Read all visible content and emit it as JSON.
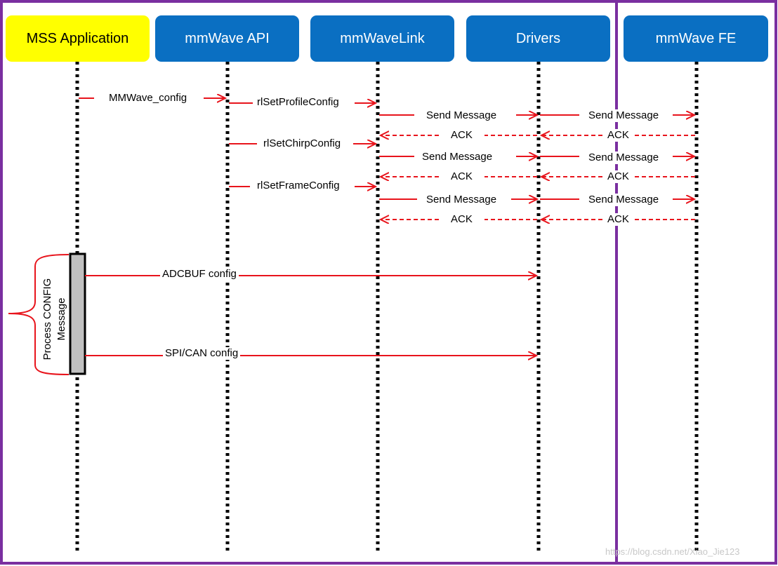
{
  "lifelines": {
    "mss_application": "MSS Application",
    "mmwave_api": "mmWave API",
    "mmwavelink": "mmWaveLink",
    "drivers": "Drivers",
    "mmwave_fe": "mmWave FE"
  },
  "messages": {
    "mmwave_config": "MMWave_config",
    "rl_set_profile_config": "rlSetProfileConfig",
    "rl_set_chirp_config": "rlSetChirpConfig",
    "rl_set_frame_config": "rlSetFrameConfig",
    "send_message": "Send Message",
    "ack": "ACK",
    "adcbuf_config": "ADCBUF config",
    "spi_can_config": "SPI/CAN config"
  },
  "process_note": {
    "line1": "Process  CONFIG",
    "line2": "Message"
  },
  "watermark": "https://blog.csdn.net/Xiao_Jie123",
  "colors": {
    "header_blue": "#0a6fc2",
    "header_yellow": "#ffff00",
    "arrow_red": "#e8141c",
    "border_purple": "#7a2fa0"
  }
}
